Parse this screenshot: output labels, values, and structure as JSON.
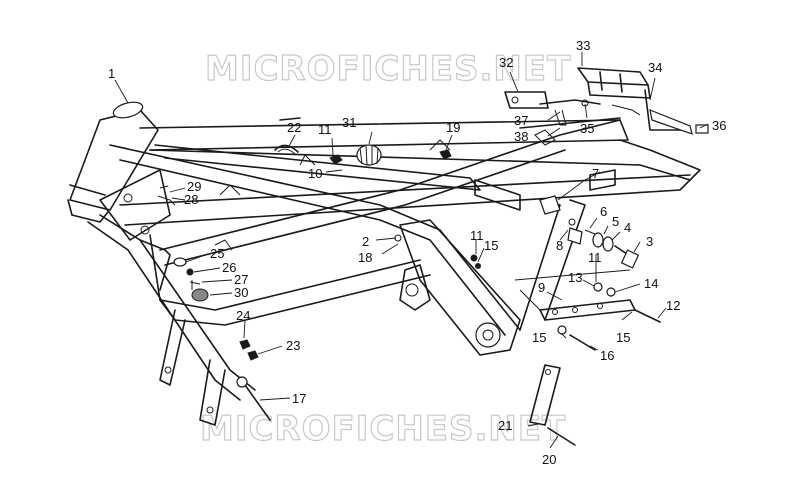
{
  "watermark": "MICROFICHES.NET",
  "colors": {
    "line": "#1a1a1a",
    "watermark": "#c8c8c8",
    "background": "#ffffff"
  },
  "callouts": [
    {
      "id": "c1",
      "text": "1"
    },
    {
      "id": "c2",
      "text": "2"
    },
    {
      "id": "c3",
      "text": "3"
    },
    {
      "id": "c4",
      "text": "4"
    },
    {
      "id": "c5",
      "text": "5"
    },
    {
      "id": "c6",
      "text": "6"
    },
    {
      "id": "c7",
      "text": "7"
    },
    {
      "id": "c8",
      "text": "8"
    },
    {
      "id": "c9",
      "text": "9"
    },
    {
      "id": "c10",
      "text": "10"
    },
    {
      "id": "c11a",
      "text": "11"
    },
    {
      "id": "c11b",
      "text": "11"
    },
    {
      "id": "c11c",
      "text": "11"
    },
    {
      "id": "c12",
      "text": "12"
    },
    {
      "id": "c13",
      "text": "13"
    },
    {
      "id": "c14",
      "text": "14"
    },
    {
      "id": "c15a",
      "text": "15"
    },
    {
      "id": "c15b",
      "text": "15"
    },
    {
      "id": "c15c",
      "text": "15"
    },
    {
      "id": "c16",
      "text": "16"
    },
    {
      "id": "c17",
      "text": "17"
    },
    {
      "id": "c18",
      "text": "18"
    },
    {
      "id": "c19",
      "text": "19"
    },
    {
      "id": "c20",
      "text": "20"
    },
    {
      "id": "c21",
      "text": "21"
    },
    {
      "id": "c22",
      "text": "22"
    },
    {
      "id": "c23",
      "text": "23"
    },
    {
      "id": "c24",
      "text": "24"
    },
    {
      "id": "c25",
      "text": "25"
    },
    {
      "id": "c26",
      "text": "26"
    },
    {
      "id": "c27",
      "text": "27"
    },
    {
      "id": "c28",
      "text": "28"
    },
    {
      "id": "c29",
      "text": "29"
    },
    {
      "id": "c30",
      "text": "30"
    },
    {
      "id": "c31",
      "text": "31"
    },
    {
      "id": "c32",
      "text": "32"
    },
    {
      "id": "c33",
      "text": "33"
    },
    {
      "id": "c34",
      "text": "34"
    },
    {
      "id": "c35",
      "text": "35"
    },
    {
      "id": "c36",
      "text": "36"
    },
    {
      "id": "c37",
      "text": "37"
    },
    {
      "id": "c38",
      "text": "38"
    }
  ]
}
